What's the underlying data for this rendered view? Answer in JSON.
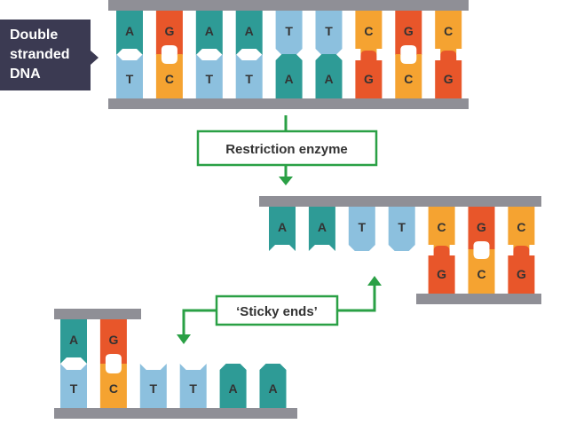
{
  "labels": {
    "double_line1": "Double",
    "double_line2": "stranded",
    "double_line3": "DNA",
    "enzyme": "Restriction enzyme",
    "sticky": "‘Sticky ends’"
  },
  "colors": {
    "A": "#2e9b96",
    "T": "#8cc0de",
    "G": "#e8562a",
    "C": "#f5a331",
    "backbone": "#8f8f96",
    "label_bg": "#3b3a52",
    "arrow": "#2aa045"
  },
  "strands": {
    "top": {
      "upper": [
        "A",
        "G",
        "A",
        "A",
        "T",
        "T",
        "C",
        "G",
        "C"
      ],
      "lower": [
        "T",
        "C",
        "T",
        "T",
        "A",
        "A",
        "G",
        "C",
        "G"
      ]
    },
    "right": {
      "upper": [
        "A",
        "A",
        "T",
        "T",
        "C",
        "G",
        "C"
      ],
      "lower": [
        "",
        "",
        "",
        "",
        "G",
        "C",
        "G"
      ]
    },
    "left": {
      "upper": [
        "A",
        "G",
        "",
        "",
        "",
        ""
      ],
      "lower": [
        "T",
        "C",
        "T",
        "T",
        "A",
        "A"
      ]
    }
  }
}
